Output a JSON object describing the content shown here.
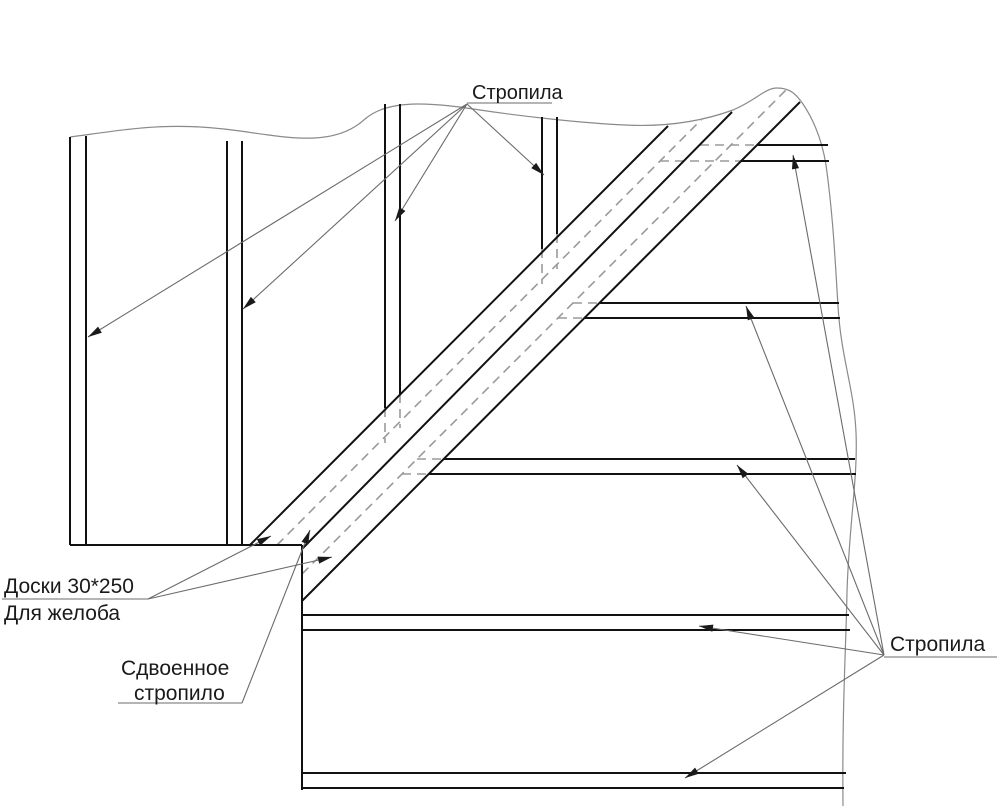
{
  "drawing": {
    "type": "technical-cad-drawing",
    "subject": "roof rafter framing junction (valley / doubled rafter node)",
    "language": "Russian"
  },
  "labels": {
    "rafters_top": "Стропила",
    "rafters_right": "Стропила",
    "gutter_boards_line1": "Доски 30*250",
    "gutter_boards_line2": "Для желоба",
    "doubled_rafter_line1": "Сдвоенное",
    "doubled_rafter_line2": "стропило"
  },
  "colors": {
    "line": "#111111",
    "hidden": "#9a9a9a",
    "leader": "#6b6b6b",
    "break": "#8a8a8a",
    "text": "#1a1a1a",
    "background": "#ffffff"
  }
}
